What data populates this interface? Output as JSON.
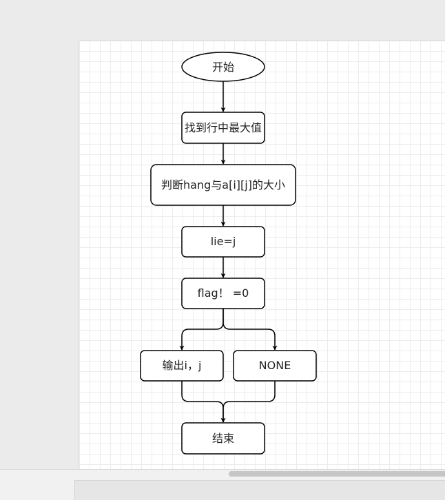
{
  "diagram": {
    "nodes": [
      {
        "id": "start",
        "shape": "ellipse",
        "label": "开始"
      },
      {
        "id": "find-max",
        "shape": "rounded-rect",
        "label": "找到行中最大值"
      },
      {
        "id": "compare",
        "shape": "rounded-rect",
        "label": "判断hang与a[i][j]的大小"
      },
      {
        "id": "assign",
        "shape": "rounded-rect",
        "label": "lie=j"
      },
      {
        "id": "flag-check",
        "shape": "rounded-rect",
        "label": "flag！ =0"
      },
      {
        "id": "output",
        "shape": "rounded-rect",
        "label": "输出i，j"
      },
      {
        "id": "none",
        "shape": "rounded-rect",
        "label": "NONE"
      },
      {
        "id": "end",
        "shape": "rounded-rect",
        "label": "结束"
      }
    ],
    "edges": [
      {
        "from": "start",
        "to": "find-max"
      },
      {
        "from": "find-max",
        "to": "compare"
      },
      {
        "from": "compare",
        "to": "assign"
      },
      {
        "from": "assign",
        "to": "flag-check"
      },
      {
        "from": "flag-check",
        "to": "output"
      },
      {
        "from": "flag-check",
        "to": "none"
      },
      {
        "from": "output",
        "to": "end"
      },
      {
        "from": "none",
        "to": "end"
      }
    ]
  }
}
